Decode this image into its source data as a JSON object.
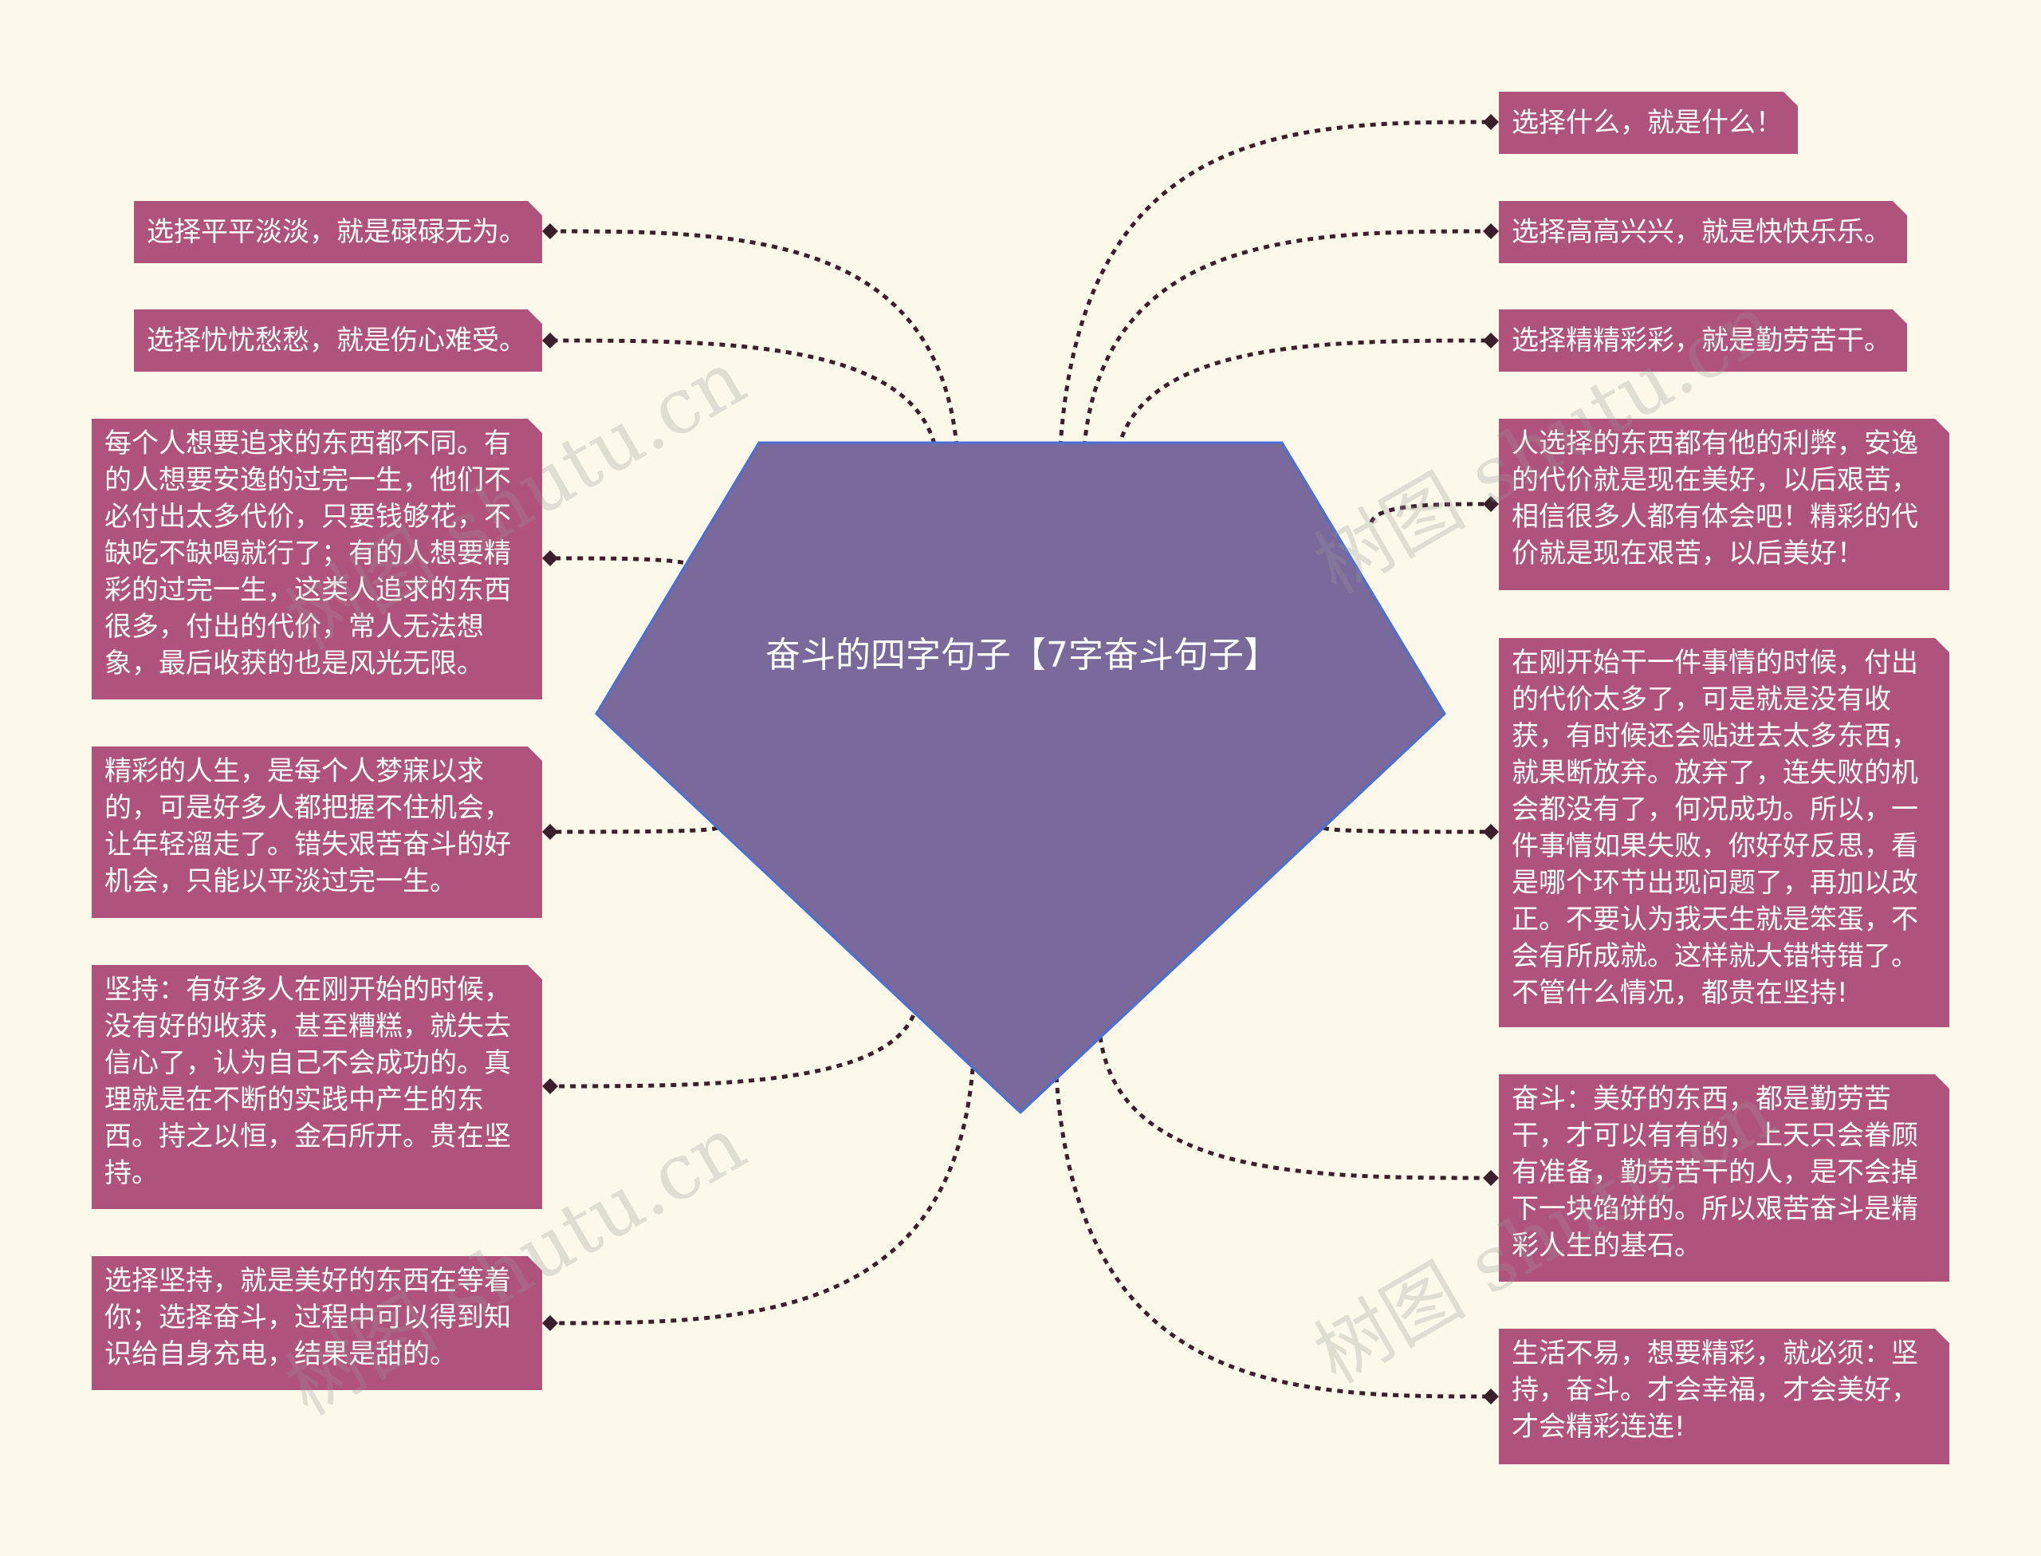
{
  "center": {
    "title": "奋斗的四字句子【7字奋斗句子】"
  },
  "left_nodes": [
    "选择平平淡淡，就是碌碌无为。",
    "选择忧忧愁愁，就是伤心难受。",
    "每个人想要追求的东西都不同。有的人想要安逸的过完一生，他们不必付出太多代价，只要钱够花，不缺吃不缺喝就行了；有的人想要精彩的过完一生，这类人追求的东西很多，付出的代价，常人无法想象，最后收获的也是风光无限。",
    "精彩的人生，是每个人梦寐以求的，可是好多人都把握不住机会，让年轻溜走了。错失艰苦奋斗的好机会，只能以平淡过完一生。",
    "坚持：有好多人在刚开始的时候，没有好的收获，甚至糟糕，就失去信心了，认为自己不会成功的。真理就是在不断的实践中产生的东西。持之以恒，金石所开。贵在坚持。",
    "选择坚持，就是美好的东西在等着你；选择奋斗，过程中可以得到知识给自身充电，结果是甜的。"
  ],
  "right_nodes": [
    "选择什么，就是什么！",
    "选择高高兴兴，就是快快乐乐。",
    "选择精精彩彩，就是勤劳苦干。",
    "人选择的东西都有他的利弊，安逸的代价就是现在美好，以后艰苦，相信很多人都有体会吧！精彩的代价就是现在艰苦，以后美好！",
    "在刚开始干一件事情的时候，付出的代价太多了，可是就是没有收获，有时候还会贴进去太多东西，就果断放弃。放弃了，连失败的机会都没有了，何况成功。所以，一件事情如果失败，你好好反思，看是哪个环节出现问题了，再加以改正。不要认为我天生就是笨蛋，不会有所成就。这样就大错特错了。不管什么情况，都贵在坚持!",
    "奋斗：美好的东西，都是勤劳苦干，才可以有有的，上天只会眷顾有准备，勤劳苦干的人，是不会掉下一块馅饼的。所以艰苦奋斗是精彩人生的基石。",
    "生活不易，想要精彩，就必须：坚持，奋斗。才会幸福，才会美好，才会精彩连连!"
  ],
  "watermarks": [
    "树图 shutu.cn",
    "树图 shutu.cn",
    "树图 shutu.cn",
    "树图 shutu.cn",
    "树图 shutu.cn"
  ],
  "colors": {
    "background": "#fdf9ea",
    "center_fill": "#7a6a9b",
    "center_stroke": "#4a6fd6",
    "node_fill": "#b0537c",
    "connector": "#3b1f2a"
  }
}
